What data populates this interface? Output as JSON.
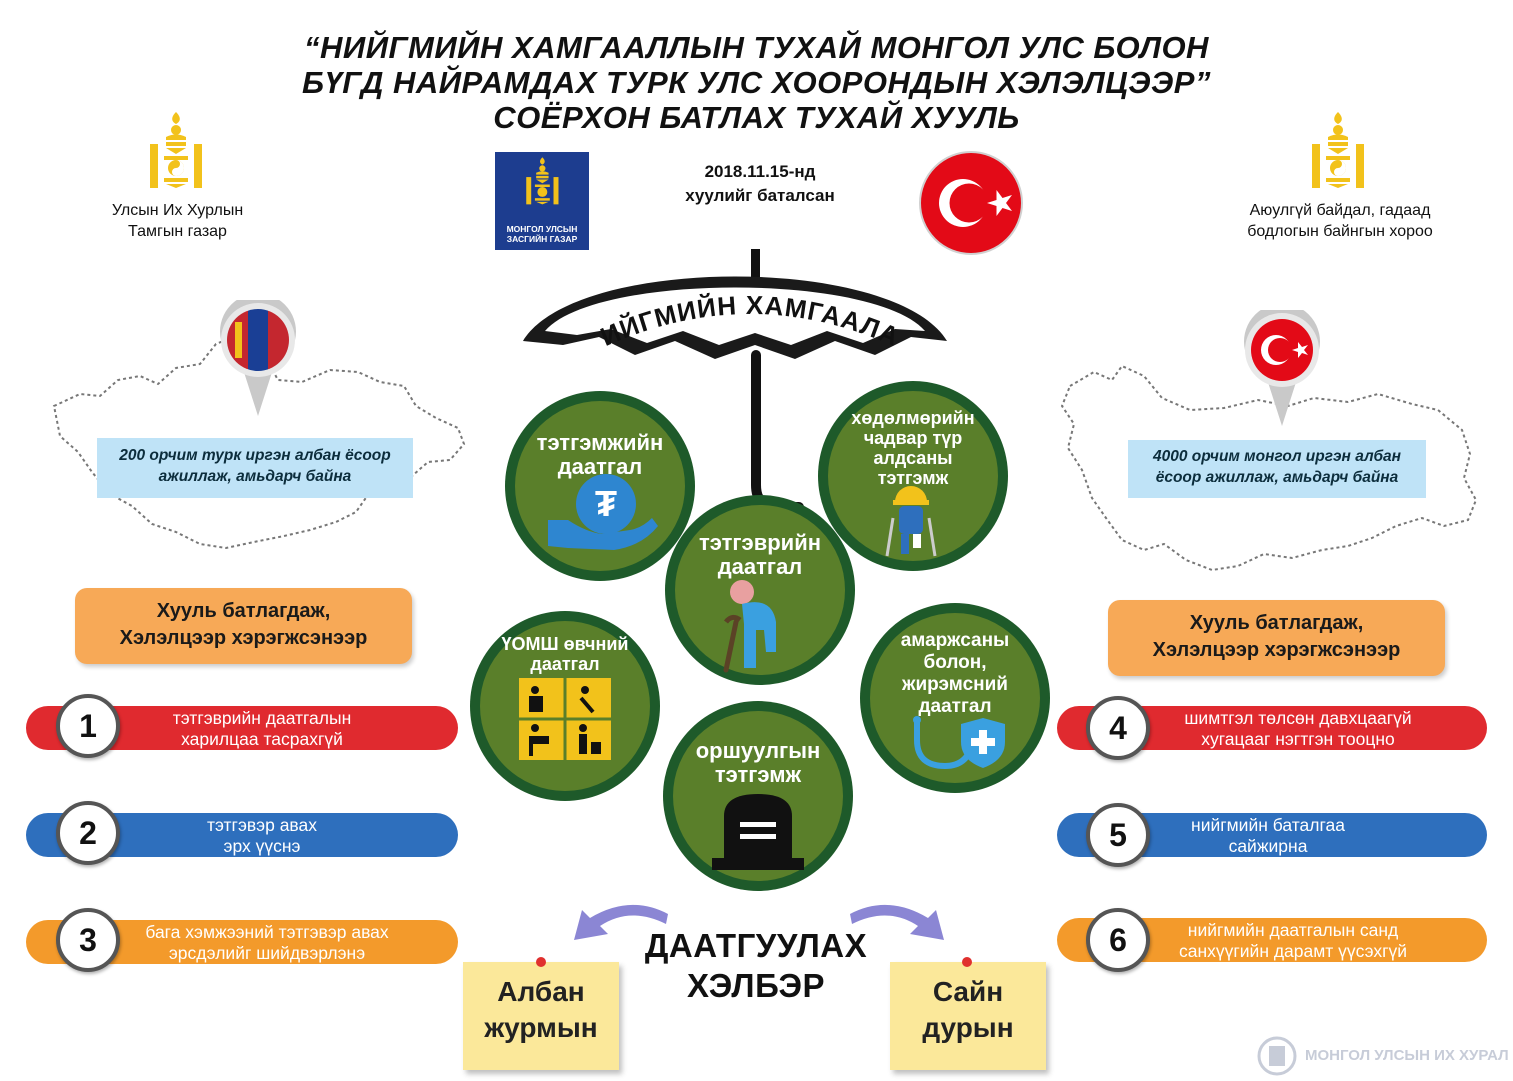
{
  "title": {
    "line1": "“НИЙГМИЙН ХАМГААЛЛЫН ТУХАЙ МОНГОЛ УЛС БОЛОН",
    "line2": "БҮГД НАЙРАМДАХ ТУРК УЛС ХООРОНДЫН ХЭЛЭЛЦЭЭР”",
    "line3": "СОЁРХОН БАТЛАХ ТУХАЙ ХУУЛЬ"
  },
  "org_left": {
    "line1": "Улсын Их Хурлын",
    "line2": "Тамгын газар"
  },
  "org_right": {
    "line1": "Аюулгүй байдал, гадаад",
    "line2": "бодлогын байнгын хороо"
  },
  "gov_logo": {
    "line1": "МОНГОЛ УЛСЫН",
    "line2": "ЗАСГИЙН ГАЗАР"
  },
  "date": {
    "line1": "2018.11.15-нд",
    "line2": "хуулийг баталсан"
  },
  "umbrella_label": "НИЙГМИЙН ХАМГААЛАЛ",
  "caption_left": {
    "line1": "200 орчим турк иргэн албан ёсоор",
    "line2": "ажиллаж, амьдарч байна"
  },
  "caption_right": {
    "line1": "4000 орчим монгол иргэн албан",
    "line2": "ёсоор ажиллаж, амьдарч байна"
  },
  "circles": [
    {
      "label1": "тэтгэмжийн",
      "label2": "даатгал",
      "icon": "hand-money-icon"
    },
    {
      "label1": "хөдөлмөрийн",
      "label2": "чадвар түр",
      "label3": "алдсаны",
      "label4": "тэтгэмж",
      "icon": "injured-worker-icon"
    },
    {
      "label1": "тэтгэврийн",
      "label2": "даатгал",
      "icon": "elderly-person-icon"
    },
    {
      "label1": "ҮОМШ өвчний",
      "label2": "даатгал",
      "icon": "occupational-hazard-icon"
    },
    {
      "label1": "амаржсаны",
      "label2": "болон,",
      "label3": "жирэмсний",
      "label4": "даатгал",
      "icon": "stethoscope-shield-icon"
    },
    {
      "label1": "оршуулгын",
      "label2": "тэтгэмж",
      "icon": "tombstone-icon"
    }
  ],
  "orange_left": {
    "line1": "Хууль батлагдаж,",
    "line2": "Хэлэлцээр хэрэгжсэнээр"
  },
  "orange_right": {
    "line1": "Хууль батлагдаж,",
    "line2": "Хэлэлцээр хэрэгжсэнээр"
  },
  "pills": [
    {
      "num": "1",
      "line1": "тэтгэврийн даатгалын",
      "line2": "харилцаа тасрахгүй",
      "color": "#e02a2f"
    },
    {
      "num": "2",
      "line1": "тэтгэвэр авах",
      "line2": "эрх үүснэ",
      "color": "#2e6fbd"
    },
    {
      "num": "3",
      "line1": "бага хэмжээний тэтгэвэр авах",
      "line2": "эрсдэлийг шийдвэрлэнэ",
      "color": "#f39a2b"
    },
    {
      "num": "4",
      "line1": "шимтгэл төлсөн давхцаагүй",
      "line2": "хугацааг нэгтгэн тооцно",
      "color": "#e02a2f"
    },
    {
      "num": "5",
      "line1": "нийгмийн баталгаа",
      "line2": "сайжирна",
      "color": "#2e6fbd"
    },
    {
      "num": "6",
      "line1": "нийгмийн даатгалын санд",
      "line2": "санхүүгийн дарамт үүсэхгүй",
      "color": "#f39a2b"
    }
  ],
  "center": {
    "line1": "ДААТГУУЛАХ",
    "line2": "ХЭЛБЭР"
  },
  "note_left": {
    "line1": "Албан",
    "line2": "журмын"
  },
  "note_right": {
    "line1": "Сайн",
    "line2": "дурын"
  },
  "watermark": "МОНГОЛ УЛСЫН ИХ ХУРАЛ",
  "colors": {
    "circle_green": "#5a7f2a",
    "circle_ring": "#1e5a2a",
    "flag_red": "#e30a17",
    "mongolia_blue": "#1a3f95",
    "soyombo_yellow": "#f2c21b"
  }
}
